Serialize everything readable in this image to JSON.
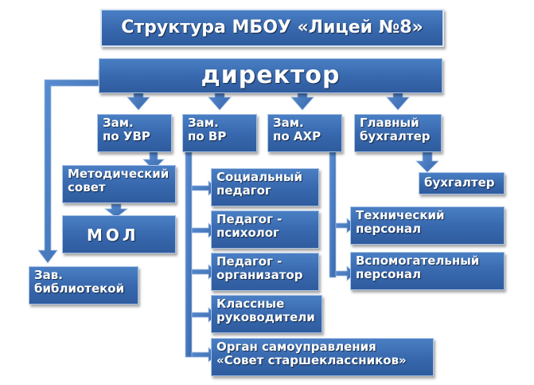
{
  "title": "Структура МБОУ «Лицей №8»",
  "director": "директор",
  "deputies": {
    "uvr": "Зам.\nпо УВР",
    "vr": "Зам.\nпо ВР",
    "ahr": "Зам.\nпо АХР",
    "chief_accountant": "Главный\nбухгалтер"
  },
  "methodical_council": "Методический\nсовет",
  "mol": "МОЛ",
  "librarian": "Зав.\nбиблиотекой",
  "vr_units": {
    "social_pedagogue": "Социальный\nпедагог",
    "psychologist": "Педагог -\nпсихолог",
    "organizer": "Педагог -\nорганизатор",
    "class_teachers": "Классные\nруководители",
    "student_council": "Орган самоуправления\n«Совет старшеклассников»"
  },
  "ahr_units": {
    "technical_staff": "Технический\nперсонал",
    "support_staff": "Вспомогательный\nперсонал"
  },
  "accountant": "бухгалтер",
  "colors": {
    "box_fill": "#3a6cb4",
    "box_border": "#a9c4e6",
    "connector": "#4a7cc2",
    "text": "#ffffff",
    "background": "#ffffff"
  }
}
